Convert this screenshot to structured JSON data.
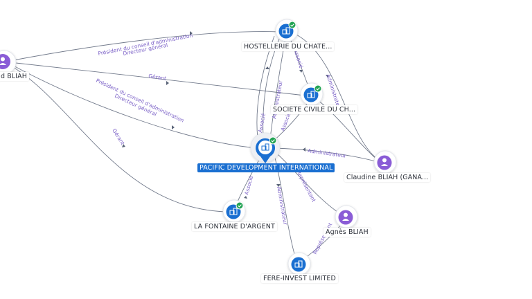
{
  "nodes": {
    "bliah_left": {
      "label": "d BLIAH",
      "icon": "person-icon",
      "color": "#8a5cd6"
    },
    "hostellerie": {
      "label": "HOSTELLERIE DU CHATE...",
      "icon": "building-icon",
      "color": "#1a6fd1",
      "verified": true
    },
    "societe": {
      "label": "SOCIETE CIVILE DU CH...",
      "icon": "building-icon",
      "color": "#1a6fd1",
      "verified": true
    },
    "pacific": {
      "label": "PACIFIC DEVELOPMENT INTERNATIONAL",
      "icon": "building-icon",
      "color": "#1a6fd1",
      "verified": true
    },
    "claudine": {
      "label": "Claudine BLIAH (GANA...",
      "icon": "person-icon",
      "color": "#8a5cd6"
    },
    "fontaine": {
      "label": "LA FONTAINE D'ARGENT",
      "icon": "building-icon",
      "color": "#1a6fd1",
      "verified": true
    },
    "agnes": {
      "label": "Agnès BLIAH",
      "icon": "person-icon",
      "color": "#8a5cd6"
    },
    "fere": {
      "label": "FERE-INVEST LIMITED",
      "icon": "building-icon",
      "color": "#1a6fd1"
    }
  },
  "edge_labels": {
    "pres1": "Président du conseil d'administration",
    "dir1": "Directeur général",
    "gerant1": "Gérant",
    "pres2": "Président du conseil d'administration",
    "dir2": "Directeur général",
    "gerant2": "Gérant",
    "associe1": "Associé",
    "associe2": "Associé",
    "associe3": "Associé",
    "admin1": "Administrateur",
    "admin2": "Administrateur",
    "admin3": "Administrateur",
    "admin4": "Administrateur",
    "repres1": "Représentant",
    "repres2": "Représentant",
    "associe4": "Associé"
  },
  "colors": {
    "company": "#1a6fd1",
    "person": "#8a5cd6",
    "verified": "#22a354",
    "edge_label": "#7b61c7"
  }
}
